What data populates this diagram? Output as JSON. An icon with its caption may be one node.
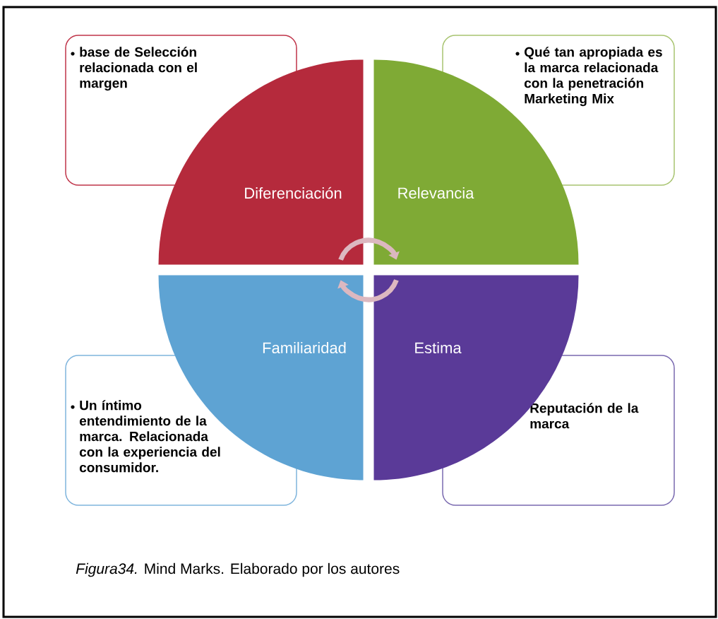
{
  "diagram": {
    "caption": "*Figura34.* Mind Marks. Elaborado por los autores",
    "nodes": [
      {
        "text": [
          "Diferenciación"
        ]
      },
      {
        "text": [
          "Relevancia"
        ]
      },
      {
        "text": [
          "Familiaridad"
        ]
      },
      {
        "text": [
          "Estima"
        ]
      },
      {
        "text": [
          "base de Selección relacionada con el margen"
        ]
      },
      {
        "text": [
          "Qué tan apropiada es la marca relacionada con la penetración Marketing Mix"
        ]
      },
      {
        "text": [
          "Un íntimo entendimiento de la marca. Relacionada con la experiencia del consumidor."
        ]
      },
      {
        "text": [
          "Reputación **de la marca**"
        ]
      }
    ],
    "edges": [
      {
        "from": 0,
        "to": 1,
        "arrow": "to"
      },
      {
        "from": 3,
        "to": 2,
        "arrow": "to"
      }
    ]
  }
}
